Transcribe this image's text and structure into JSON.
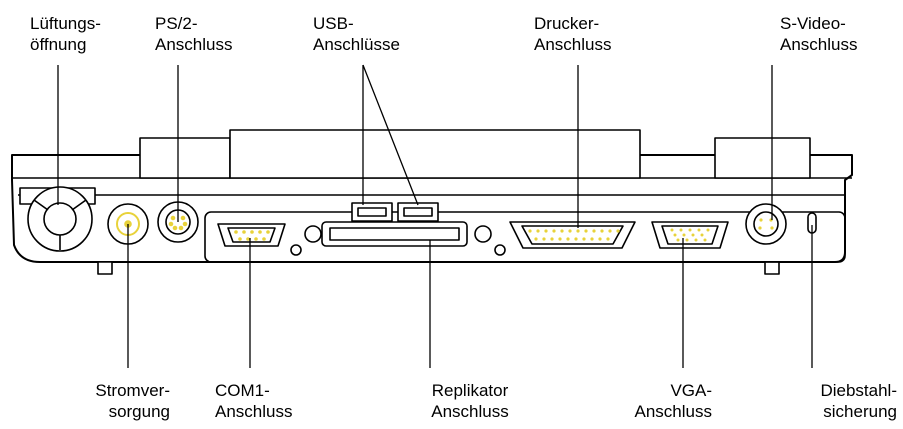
{
  "labels": {
    "vent": {
      "line1": "Lüftungs-",
      "line2": "öffnung"
    },
    "ps2": {
      "line1": "PS/2-",
      "line2": "Anschluss"
    },
    "usb": {
      "line1": "USB-",
      "line2": "Anschlüsse"
    },
    "printer": {
      "line1": "Drucker-",
      "line2": "Anschluss"
    },
    "svideo": {
      "line1": "S-Video-",
      "line2": "Anschluss"
    },
    "power": {
      "line1": "Stromver-",
      "line2": "sorgung"
    },
    "com1": {
      "line1": "COM1-",
      "line2": "Anschluss"
    },
    "replicator": {
      "line1": "Replikator",
      "line2": "Anschluss"
    },
    "vga": {
      "line1": "VGA-",
      "line2": "Anschluss"
    },
    "security": {
      "line1": "Diebstahl-",
      "line2": "sicherung"
    }
  },
  "colors": {
    "outline": "#000000",
    "pin_highlight": "#e8d23a",
    "background": "#ffffff"
  }
}
